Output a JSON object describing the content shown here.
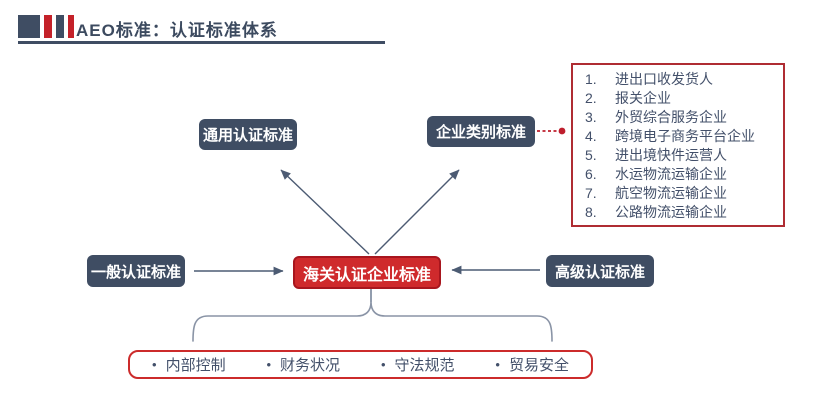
{
  "header": {
    "title": "AEO标准：认证标准体系"
  },
  "nodes": {
    "general": {
      "label": "通用认证标准"
    },
    "category": {
      "label": "企业类别标准"
    },
    "customs": {
      "label": "海关认证企业标准"
    },
    "basic": {
      "label": "一般认证标准"
    },
    "advanced": {
      "label": "高级认证标准"
    }
  },
  "enterprise_types": {
    "items": [
      {
        "num": "1.",
        "text": "进出口收发货人"
      },
      {
        "num": "2.",
        "text": "报关企业"
      },
      {
        "num": "3.",
        "text": "外贸综合服务企业"
      },
      {
        "num": "4.",
        "text": "跨境电子商务平台企业"
      },
      {
        "num": "5.",
        "text": "进出境快件运营人"
      },
      {
        "num": "6.",
        "text": "水运物流运输企业"
      },
      {
        "num": "7.",
        "text": "航空物流运输企业"
      },
      {
        "num": "8.",
        "text": "公路物流运输企业"
      }
    ]
  },
  "criteria": {
    "bullet": "•",
    "items": [
      {
        "text": "内部控制"
      },
      {
        "text": "财务状况"
      },
      {
        "text": "守法规范"
      },
      {
        "text": "贸易安全"
      }
    ]
  },
  "colors": {
    "slate_box": "#3F4D63",
    "red_box": "#CF2A2C",
    "list_border": "#AF2C32",
    "criteria_border": "#CC2B2B",
    "arrow": "#4C5B73",
    "brace": "#8A94A6",
    "dashed_connector": "#BE1E2D",
    "title_text": "#3C4A5F",
    "body_text": "#43506A"
  }
}
